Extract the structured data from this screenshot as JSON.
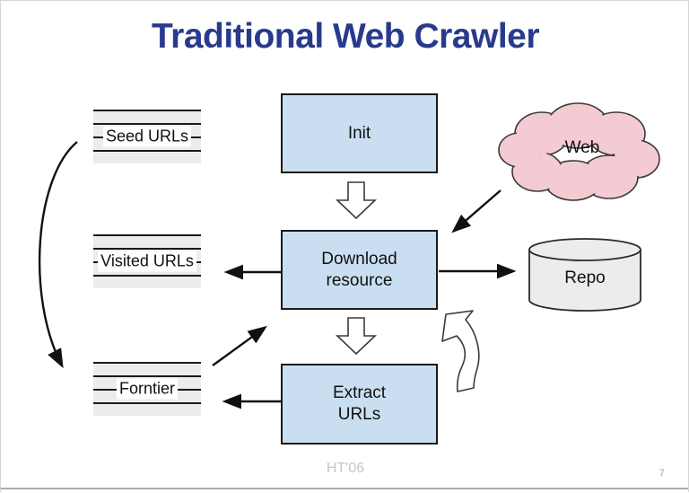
{
  "slide": {
    "title": "Traditional Web Crawler",
    "footer": {
      "left": "HT'06",
      "page": "7"
    }
  },
  "nodes": {
    "seed": {
      "label": "Seed URLs",
      "type": "url-list"
    },
    "visited": {
      "label": "Visited URLs",
      "type": "url-list"
    },
    "frontier": {
      "label": "Forntier",
      "type": "url-list"
    },
    "init": {
      "label": "Init",
      "type": "process"
    },
    "download": {
      "label": "Download resource",
      "type": "process"
    },
    "extract": {
      "label": "Extract URLs",
      "type": "process"
    },
    "web": {
      "label": "Web",
      "type": "cloud"
    },
    "repo": {
      "label": "Repo",
      "type": "datastore"
    }
  },
  "edges": [
    {
      "from": "seed",
      "to": "frontier",
      "style": "curved-line-arrow"
    },
    {
      "from": "init",
      "to": "download",
      "style": "hollow-block-arrow"
    },
    {
      "from": "web",
      "to": "download",
      "style": "line-arrow"
    },
    {
      "from": "download",
      "to": "visited",
      "style": "line-arrow"
    },
    {
      "from": "download",
      "to": "repo",
      "style": "line-arrow"
    },
    {
      "from": "frontier",
      "to": "download",
      "style": "line-arrow"
    },
    {
      "from": "download",
      "to": "extract",
      "style": "hollow-block-arrow"
    },
    {
      "from": "extract",
      "to": "frontier",
      "style": "line-arrow"
    },
    {
      "from": "extract",
      "to": "download",
      "style": "hollow-curved-arrow"
    }
  ],
  "colors": {
    "title": "#283a8e",
    "process_fill": "#c9dff1",
    "cloud_fill": "#f4cbd2",
    "store_fill": "#ececec",
    "arrow": "#111111"
  }
}
